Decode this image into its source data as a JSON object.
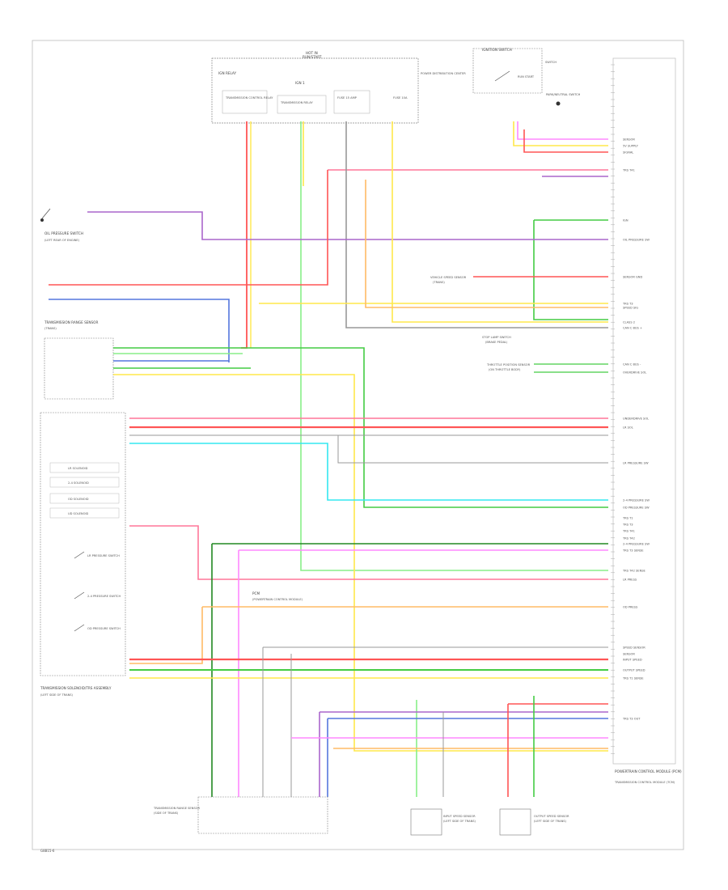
{
  "figure_code": "G8B15-6",
  "components": {
    "ignition_box": {
      "title_line1": "HOT IN",
      "title_line2": "RUN/START",
      "heading": "IGN RELAY",
      "sub": "IGN 1",
      "labels": [
        "TRANSMISSION CONTROL RELAY",
        "TRANSMISSION RELAY",
        "FUSE 15 AMP",
        "FUSE 10A"
      ]
    },
    "power_dist": {
      "title": "POWER DISTRIBUTION CENTER"
    },
    "ign_switch": {
      "title": "IGNITION SWITCH",
      "label": "SWITCH",
      "run_start": "RUN START"
    },
    "park_neutral": {
      "title": "PARK/NEUTRAL SWITCH"
    },
    "oil_pressure": {
      "title": "OIL PRESSURE SWITCH",
      "sub": "(LEFT REAR OF ENGINE)"
    },
    "trans_range": {
      "title": "TRANSMISSION RANGE SENSOR",
      "sub": "(TRANS)"
    },
    "solenoid_pack": {
      "title": "TRANSMISSION SOLENOID/TRS ASSEMBLY",
      "sub": "(LEFT SIDE OF TRANS)",
      "rows": [
        "LR SOLENOID",
        "2-4 SOLENOID",
        "OD SOLENOID",
        "UD SOLENOID"
      ],
      "switches": [
        "LR PRESSURE SWITCH",
        "2-4 PRESSURE SWITCH",
        "OD PRESSURE SWITCH"
      ]
    },
    "speed_sensor": {
      "title": "VEHICLE SPEED SENSOR",
      "sub": "(TRANS)"
    },
    "stoplamp": {
      "title": "STOP LAMP SWITCH",
      "sub": "(BRAKE PEDAL)"
    },
    "tcm_note": {
      "title": "PCM",
      "sub": "(POWERTRAIN CONTROL MODULE)"
    },
    "ecm": {
      "title": "POWERTRAIN CONTROL MODULE (PCM)",
      "sub": "TRANSMISSION CONTROL MODULE (TCM)"
    },
    "bottom_sensor_box": {
      "title": "TRANSMISSION RANGE SENSOR",
      "sub": "(SIDE OF TRANS)"
    },
    "input_speed": {
      "title": "INPUT SPEED SENSOR",
      "sub": "(LEFT SIDE OF TRANS)"
    },
    "output_speed": {
      "title": "OUTPUT SPEED SENSOR",
      "sub": "(LEFT SIDE OF TRANS)"
    },
    "throttle": {
      "title": "THROTTLE POSITION SENSOR",
      "sub": "(ON THROTTLE BODY)"
    }
  },
  "right_labels": [
    "SENSOR",
    "5V SUPPLY",
    "SIGNAL",
    "TRS T41",
    "IGN",
    "OIL PRESSURE SW",
    "SENSOR GND",
    "TRS T3",
    "SPEED SIG",
    "CLASS 2",
    "CAN C BUS +",
    "CAN C BUS -",
    "OVERDRIVE SOL",
    "UNDERDRIVE SOL",
    "LR SOL",
    "LR PRESSURE SW",
    "2-4 PRESSURE SW",
    "OD PRESSURE SW",
    "TRS T1",
    "TRS T3",
    "TRS T41",
    "TRS T42",
    "2-4 PRESSURE SW",
    "TRS T3 SENSE",
    "TRS T42 SENSE",
    "LR PRESS",
    "OD PRESS",
    "SPEED SENSOR",
    "SENSOR",
    "INPUT SPEED",
    "OUTPUT SPEED",
    "TRS T1 SENSE",
    "TRS T3 OUT"
  ],
  "wire_colors": {
    "pink": "#ff88ff",
    "red": "#ff5555",
    "yellow": "#ffe84a",
    "green": "#44cc44",
    "lightgreen": "#88ee88",
    "cyan": "#33e8f0",
    "blue": "#5577dd",
    "orange": "#ffbb66",
    "gray": "#999999",
    "violet": "#aa66cc",
    "darkgreen": "#228822",
    "pinkred": "#ff7799"
  }
}
